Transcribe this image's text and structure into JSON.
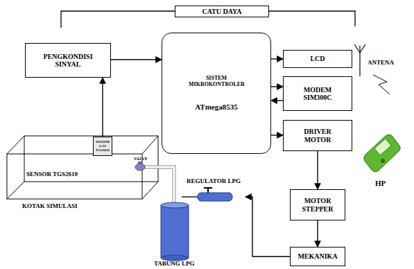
{
  "diagram": {
    "nodes": [
      {
        "text": [
          "CATU DAYA"
        ]
      },
      {
        "text": [
          "PENGKONDISI SINYAL"
        ]
      },
      {
        "text": [
          "SISTEM MIKROKONTROLER",
          "ATmega8535"
        ]
      },
      {
        "text": [
          "LCD"
        ]
      },
      {
        "text": [
          "MODEM SIM300C"
        ]
      },
      {
        "text": [
          "DRIVER MOTOR"
        ]
      },
      {
        "text": [
          "MOTOR STEPPER"
        ]
      },
      {
        "text": [
          "MEKANIKA"
        ]
      },
      {
        "text": [
          "SENSOR GAS TGS2610"
        ]
      },
      {
        "text": [
          "REGULATOR LPG"
        ]
      }
    ],
    "edges": [
      {
        "from": 8,
        "to": 1,
        "arrow": "to"
      },
      {
        "from": 1,
        "to": 2,
        "arrow": "to"
      },
      {
        "from": 2,
        "to": 3,
        "arrow": "to"
      },
      {
        "from": 2,
        "to": 4,
        "arrow": "to"
      },
      {
        "from": 4,
        "to": 2,
        "arrow": "to"
      },
      {
        "from": 2,
        "to": 5,
        "arrow": "to"
      },
      {
        "from": 5,
        "to": 6,
        "arrow": "to"
      },
      {
        "from": 6,
        "to": 7,
        "arrow": "to"
      },
      {
        "from": 7,
        "to": 9,
        "arrow": "to"
      }
    ],
    "labels": [
      "SENSOR TGS2610",
      "KOTAK SIMULASI",
      "VALVE",
      "TABUNG LPG",
      "ANTENA",
      "HP"
    ]
  }
}
